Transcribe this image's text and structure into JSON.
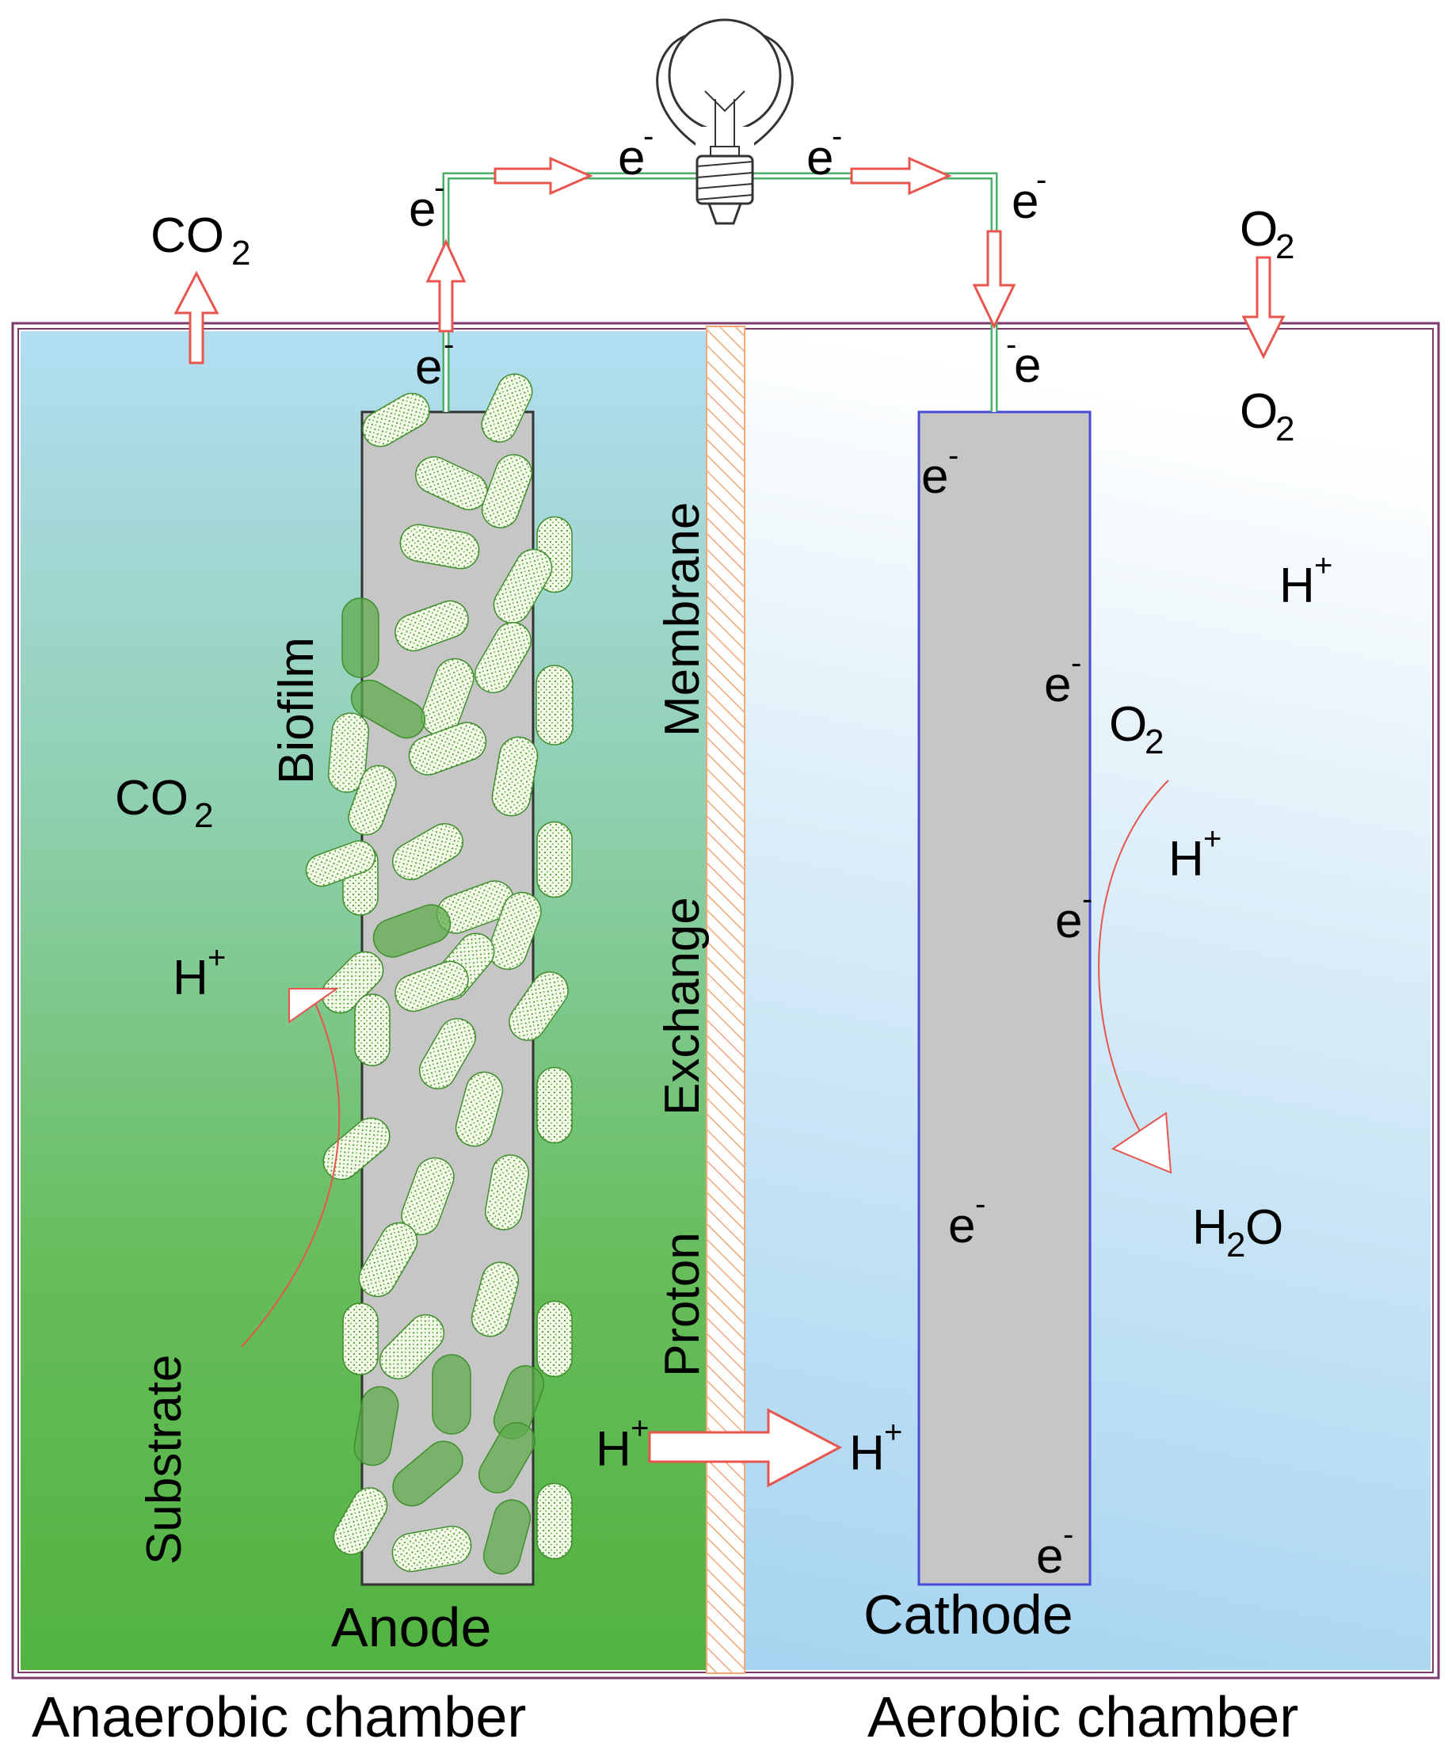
{
  "chambers": {
    "anaerobic": "Anaerobic chamber",
    "aerobic": "Aerobic chamber"
  },
  "electrodes": {
    "anode": "Anode",
    "cathode": "Cathode"
  },
  "membrane": {
    "word1": "Proton",
    "word2": "Exchange",
    "word3": "Membrane"
  },
  "labels": {
    "biofilm": "Biofilm",
    "substrate": "Substrate"
  },
  "chem": {
    "e": "e",
    "minus": "-",
    "plus": "+",
    "H": "H",
    "CO": "CO",
    "O": "O",
    "two": "2",
    "H2O_O": "O"
  },
  "colors": {
    "anaerobic_top": "#b3def2",
    "anaerobic_bottom": "#55b545",
    "aerobic_top": "#ffffff",
    "aerobic_bottom": "#a8d6f0",
    "electrode": "#c6c6c6",
    "frame": "#7a3a6a",
    "arrow_stroke": "#e8554e",
    "wire": "#4caf6a",
    "membrane_hatch": "#f0a878"
  },
  "icons": {
    "lamp": "light-bulb-icon"
  }
}
